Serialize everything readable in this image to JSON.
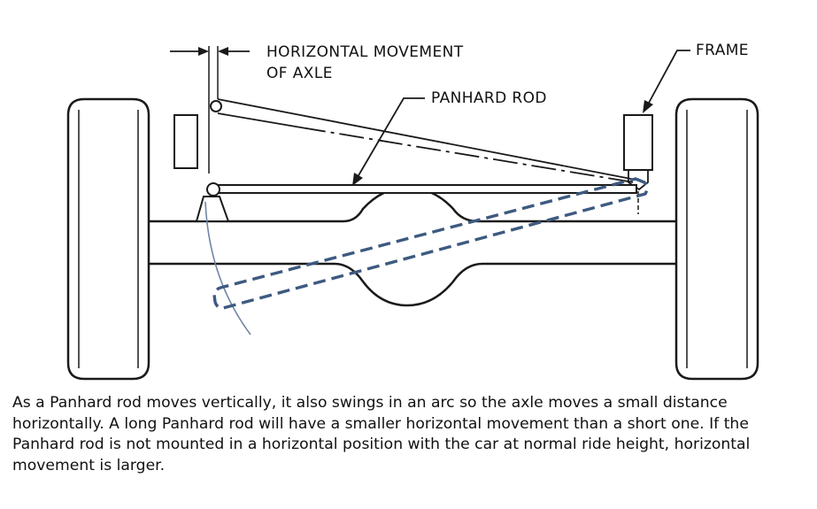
{
  "labels": {
    "horizontal_movement_line1": "HORIZONTAL MOVEMENT",
    "horizontal_movement_line2": "OF AXLE",
    "panhard_rod": "PANHARD ROD",
    "frame": "FRAME"
  },
  "caption": "As a Panhard rod moves vertically, it also swings in an arc so the axle moves a small distance horizontally. A long Panhard rod will have a smaller horizontal movement than a short one. If the Panhard rod is not mounted in a horizontal position with the car at normal ride height, horizontal movement is larger.",
  "colors": {
    "ink": "#1a1a1a",
    "dashed_rod": "#3d5a80",
    "arc": "#6f86a6"
  }
}
